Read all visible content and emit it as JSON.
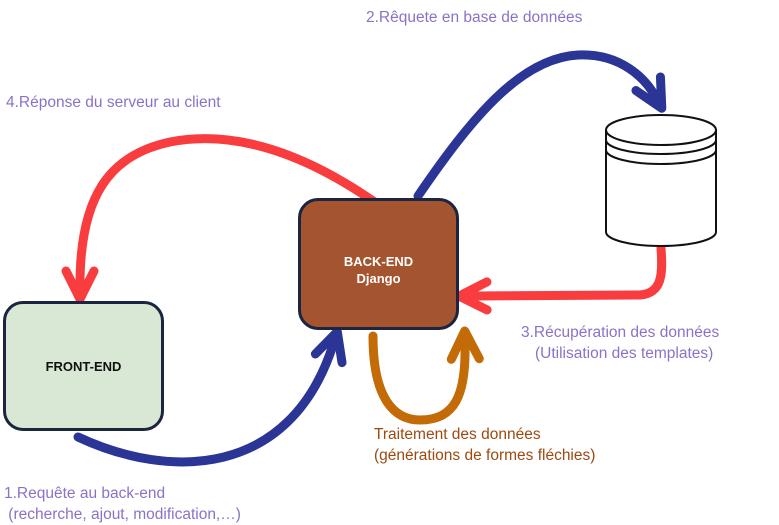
{
  "colors": {
    "request_arrow": "#2a3596",
    "response_arrow": "#f93d3f",
    "processing_arrow": "#c36b06",
    "purple_text": "#8a72c6",
    "brown_text": "#9c4a10",
    "frontend_fill": "#d8e8d4",
    "backend_fill": "#a4542e",
    "box_border": "#1b2440"
  },
  "boxes": {
    "frontend": {
      "label": "FRONT-END"
    },
    "backend": {
      "line1": "BACK-END",
      "line2": "Django"
    }
  },
  "database": {
    "icon": "database-cylinder-icon"
  },
  "labels": {
    "step1_line1": "1.Requête au back-end",
    "step1_line2": " (recherche, ajout, modification,…)",
    "step2": "2.Rêquete en base de données",
    "step3_line1": "3.Récupération des données",
    "step3_line2": "(Utilisation des templates)",
    "step4": "4.Réponse du serveur au client",
    "processing_line1": "Traitement  des données",
    "processing_line2": "(générations de formes fléchies)"
  }
}
